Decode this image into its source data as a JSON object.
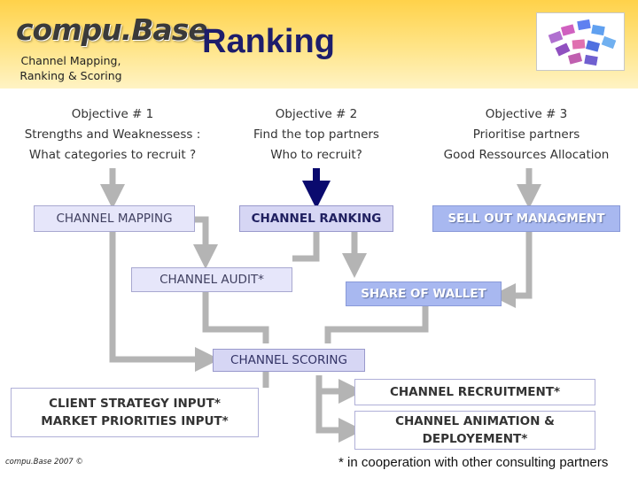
{
  "header": {
    "logo": "compu.Base",
    "subtitle_line1": "Channel Mapping,",
    "subtitle_line2": "Ranking & Scoring",
    "title": "Ranking"
  },
  "objectives": [
    {
      "heading": "Objective # 1",
      "line1": "Strengths and Weaknessess :",
      "line2": "What categories to recruit ?"
    },
    {
      "heading": "Objective # 2",
      "line1": "Find the top partners",
      "line2": "Who to recruit?"
    },
    {
      "heading": "Objective # 3",
      "line1": "Prioritise partners",
      "line2": "Good Ressources Allocation"
    }
  ],
  "boxes": {
    "mapping": "CHANNEL MAPPING",
    "ranking": "CHANNEL RANKING",
    "sellout": "SELL OUT MANAGMENT",
    "audit": "CHANNEL AUDIT*",
    "wallet": "SHARE OF WALLET",
    "scoring": "CHANNEL SCORING",
    "input_line1": "CLIENT STRATEGY  INPUT*",
    "input_line2": "MARKET PRIORITIES INPUT*",
    "recruitment": "CHANNEL RECRUITMENT*",
    "animation_line1": "CHANNEL ANIMATION &",
    "animation_line2": "DEPLOYEMENT*"
  },
  "footer": {
    "copyright": "compu.Base 2007 ©",
    "note": "* in cooperation with other consulting partners"
  },
  "colors": {
    "header_gradient": "#ffd24a",
    "title": "#1d1d6b",
    "connector_gray": "#b4b4b4",
    "connector_navy": "#0a0a6e",
    "box_blue": "#d6d6f4",
    "box_sell": "#a8b8f0"
  }
}
